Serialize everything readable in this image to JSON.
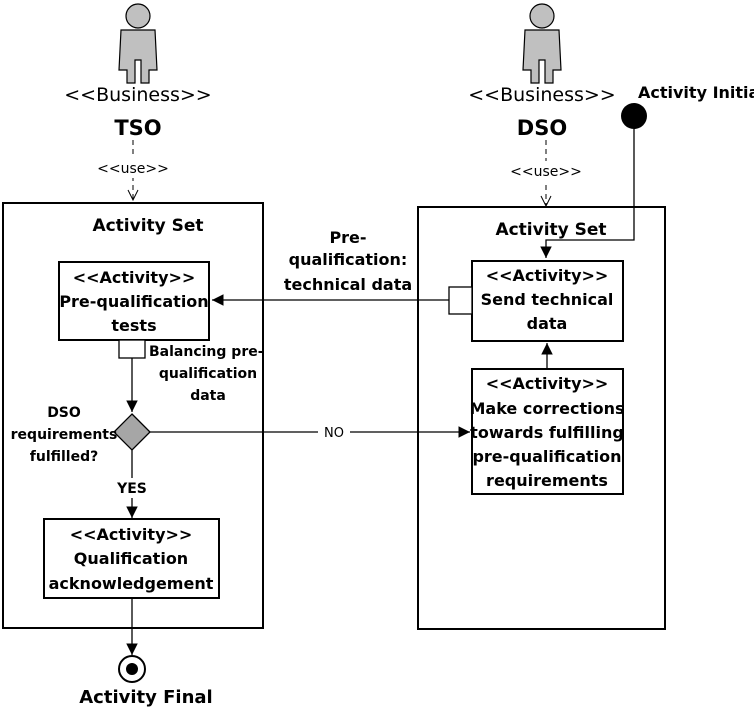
{
  "actors": {
    "tso": {
      "stereotype": "<<Business>>",
      "name": "TSO",
      "use_label": "<<use>>"
    },
    "dso": {
      "stereotype": "<<Business>>",
      "name": "DSO",
      "use_label": "<<use>>"
    }
  },
  "initial_node": {
    "label": "Activity Initial"
  },
  "final_node": {
    "label": "Activity Final"
  },
  "tso_set": {
    "title": "Activity Set",
    "prequal_tests": {
      "stereotype": "<<Activity>>",
      "line1": "Pre-qualification",
      "line2": "tests"
    },
    "pin_label": {
      "line1": "Balancing pre-",
      "line2": "qualification",
      "line3": "data"
    },
    "decision": {
      "line1": "DSO",
      "line2": "requirements",
      "line3": "fulfilled?"
    },
    "yes_label": "YES",
    "qualification": {
      "stereotype": "<<Activity>>",
      "line1": "Qualification",
      "line2": "acknowledgement"
    }
  },
  "dso_set": {
    "title": "Activity Set",
    "send_data": {
      "stereotype": "<<Activity>>",
      "line1": "Send technical",
      "line2": "data"
    },
    "corrections": {
      "stereotype": "<<Activity>>",
      "line1": "Make corrections",
      "line2": "towards fulfilling",
      "line3": "pre-qualification",
      "line4": "requirements"
    }
  },
  "flows": {
    "prequal_data": {
      "line1": "Pre-",
      "line2": "qualification:",
      "line3": "technical data"
    },
    "no_label": "NO"
  },
  "colors": {
    "actor_fill": "#c0c0c0",
    "decision_fill": "#a6a6a6",
    "line": "#000000"
  }
}
